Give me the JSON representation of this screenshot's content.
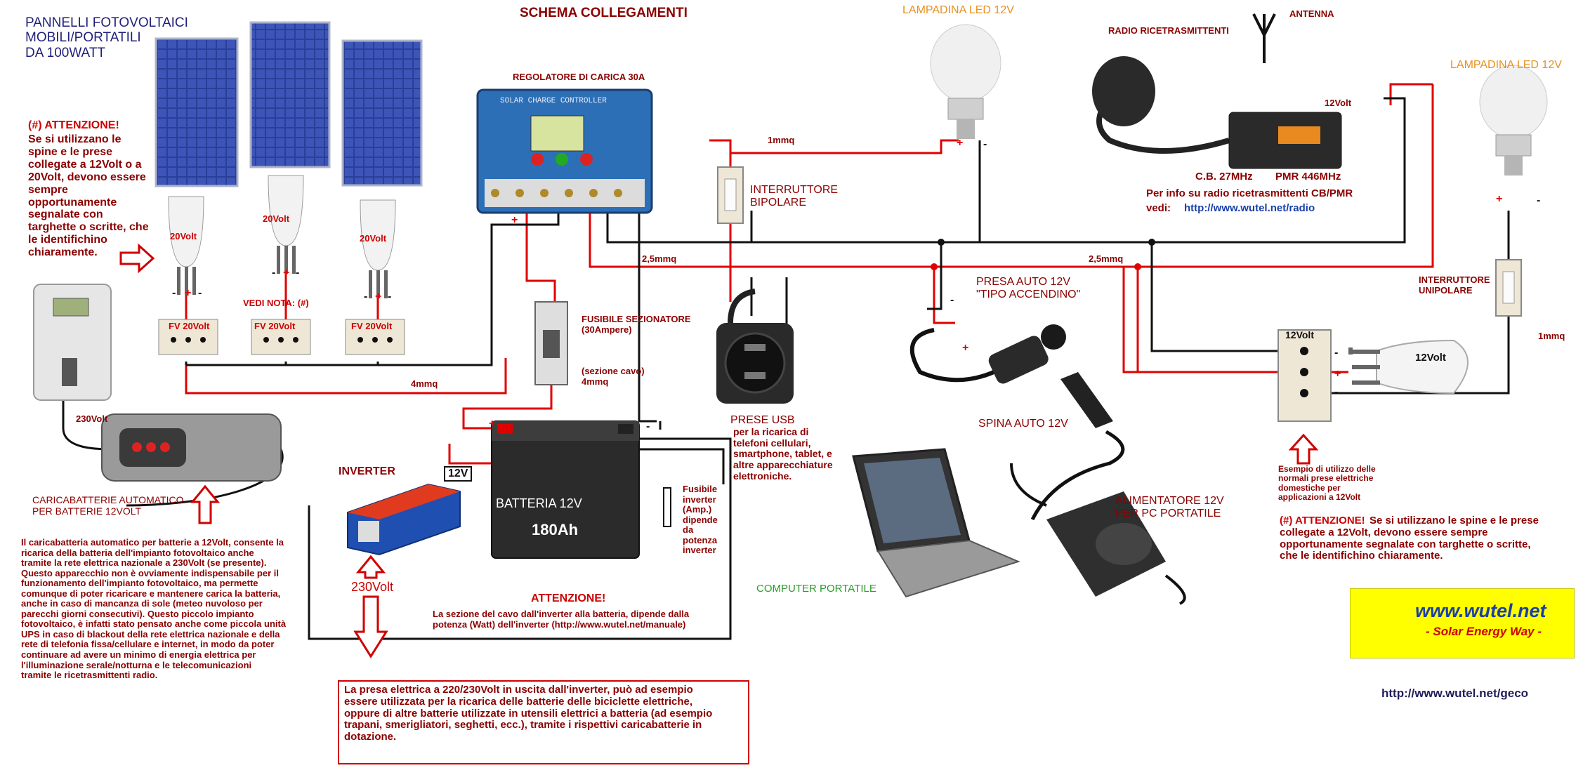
{
  "title": "SCHEMA COLLEGAMENTI",
  "panels": {
    "heading": "PANNELLI FOTOVOLTAICI\nMOBILI/PORTATILI\nDA 100WATT",
    "attention_title": "(#) ATTENZIONE!",
    "attention_text": "Se si utilizzano le\nspine e le prese\ncollegate a 12Volt o a\n20Volt, devono essere\nsempre\nopportunamente\nsegnalate con\ntarghette o scritte, che\nle identifichino\nchiaramente.",
    "plug_label": "20Volt",
    "note_label": "VEDI NOTA: (#)",
    "socket_label": "FV 20Volt",
    "cable_4mmq": "4mmq"
  },
  "controller": {
    "label": "REGOLATORE DI CARICA 30A",
    "device_text": "SOLAR CHARGE CONTROLLER"
  },
  "fuse": {
    "label": "FUSIBILE SEZIONATORE\n(30Ampere)",
    "cable": "(sezione cavo)\n4mmq"
  },
  "battery": {
    "name": "BATTERIA 12V",
    "capacity": "180Ah",
    "inverter_fuse": "Fusibile\ninverter\n(Amp.)\ndipende\nda\npotenza\ninverter"
  },
  "inverter": {
    "label": "INVERTER",
    "v12": "12V",
    "v230": "230Volt",
    "attention_title": "ATTENZIONE!",
    "attention_text": "La sezione del cavo dall'inverter alla batteria, dipende dalla\npotenza (Watt) dell'inverter (http://www.wutel.net/manuale)",
    "output_text": "La presa elettrica a 220/230Volt in uscita dall'inverter, può ad esempio\nessere utilizzata per la ricarica delle batterie delle biciclette elettriche,\noppure di altre batterie utilizzate in utensili elettrici a batteria (ad esempio\ntrapani, smerigliatori, seghetti, ecc.), tramite i rispettivi caricabatterie in\ndotazione."
  },
  "charger": {
    "meter_label": "230Volt",
    "label": "CARICABATTERIE AUTOMATICO\nPER BATTERIE 12VOLT",
    "text": "Il caricabatteria automatico per batterie a 12Volt, consente la\nricarica della batteria dell'impianto fotovoltaico anche\ntramite la rete elettrica nazionale a 230Volt (se presente).\nQuesto apparecchio non è ovviamente indispensabile per il\nfunzionamento dell'impianto fotovoltaico, ma permette\ncomunque di poter ricaricare e mantenere carica la batteria,\nanche in caso di mancanza di sole (meteo nuvoloso per\nparecchi giorni consecutivi). Questo piccolo impianto\nfotovoltaico, è infatti stato pensato anche come piccola unità\nUPS in caso di blackout della rete elettrica nazionale e della\nrete di telefonia fissa/cellulare e internet, in modo da poter\ncontinuare ad avere un minimo di energia elettrica per\nl'illuminazione serale/notturna e le telecomunicazioni\ntramite le ricetrasmittenti radio."
  },
  "lamp1": {
    "label": "LAMPADINA LED 12V",
    "cable": "1mmq"
  },
  "switch_bipolar": "INTERRUTTORE\nBIPOLARE",
  "cable_25": "2,5mmq",
  "usb": {
    "label": "PRESE USB",
    "text": "per la ricarica di\ntelefoni cellulari,\nsmartphone, tablet, e\naltre apparecchiature\nelettroniche."
  },
  "car_socket": {
    "label": "PRESA AUTO 12V\n\"TIPO ACCENDINO\"",
    "plug": "SPINA AUTO 12V"
  },
  "psu": "ALIMENTATORE 12V\nPER PC PORTATILE",
  "laptop": "COMPUTER PORTATILE",
  "radio": {
    "label": "RADIO RICETRASMITTENTI",
    "antenna": "ANTENNA",
    "v12": "12Volt",
    "cb": "C.B. 27MHz",
    "pmr": "PMR 446MHz",
    "info": "Per info su radio ricetrasmittenti CB/PMR",
    "see": "vedi:",
    "link": "http://www.wutel.net/radio"
  },
  "lamp2": {
    "label": "LAMPADINA LED 12V",
    "cable": "1mmq"
  },
  "switch_unipolar": "INTERRUTTORE\nUNIPOLARE",
  "socket12": {
    "label": "12Volt",
    "plug": "12Volt",
    "example": "Esempio di utilizzo delle\nnormali prese elettriche\ndomestiche per\napplicazioni a 12Volt",
    "attention_title": "(#) ATTENZIONE!",
    "attention_text": "Se si utilizzano le spine e le prese\ncollegate a 12Volt, devono essere sempre\nopportunamente segnalate con targhette o scritte,\nche le identifichino chiaramente."
  },
  "logo": {
    "url": "www.wutel.net",
    "slogan": "- Solar Energy Way -"
  },
  "footer_url": "http://www.wutel.net/geco",
  "colors": {
    "positive": "#e00000",
    "negative": "#111111",
    "title": "#8b0000",
    "lamp": "#e8901f",
    "logo_bg": "#ffff00"
  }
}
